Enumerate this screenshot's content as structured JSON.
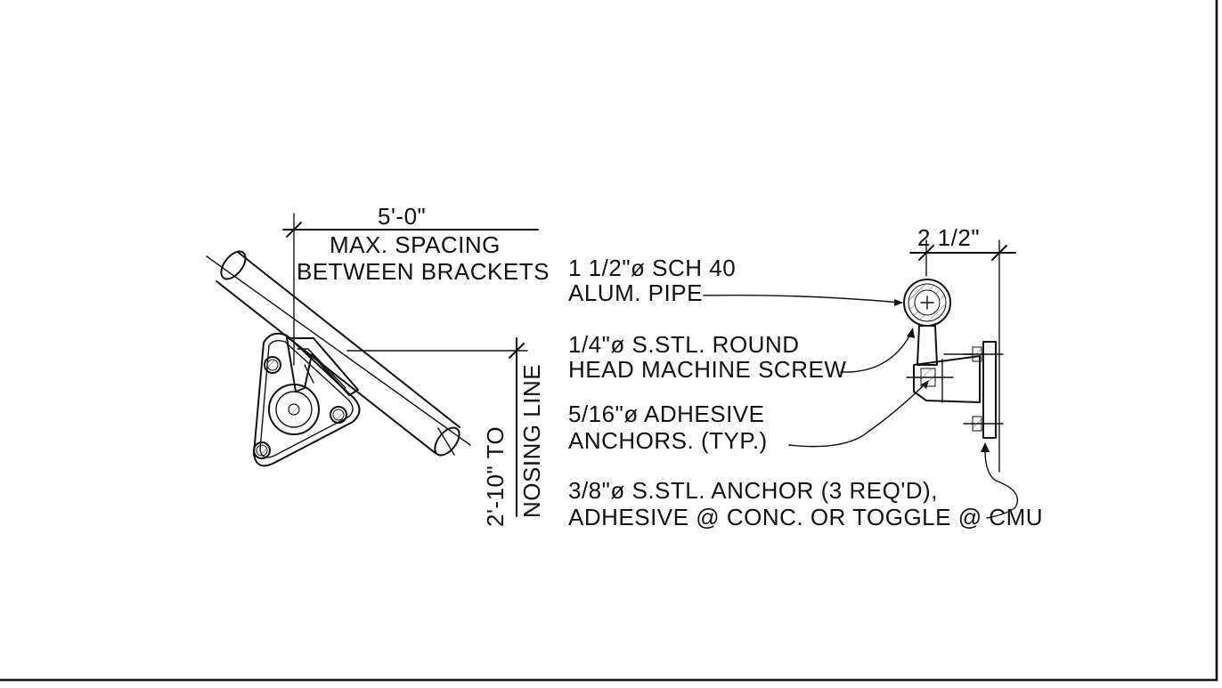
{
  "plan_view": {
    "dimension_spacing": "5'-0\"",
    "spacing_note_line1": "MAX. SPACING",
    "spacing_note_line2": "BETWEEN BRACKETS",
    "dimension_height": "2'-10\" TO",
    "height_note": "NOSING LINE"
  },
  "section_view": {
    "dimension_offset": "2 1/2\"",
    "callouts": [
      {
        "line1": "1 1/2\"ø SCH 40",
        "line2": "ALUM. PIPE"
      },
      {
        "line1": "1/4\"ø S.STL. ROUND",
        "line2": "HEAD MACHINE SCREW"
      },
      {
        "line1": "5/16\"ø ADHESIVE",
        "line2": "ANCHORS. (TYP.)"
      },
      {
        "line1": "3/8\"ø S.STL. ANCHOR (3 REQ'D),",
        "line2": "ADHESIVE @ CONC. OR TOGGLE @ CMU"
      }
    ]
  }
}
